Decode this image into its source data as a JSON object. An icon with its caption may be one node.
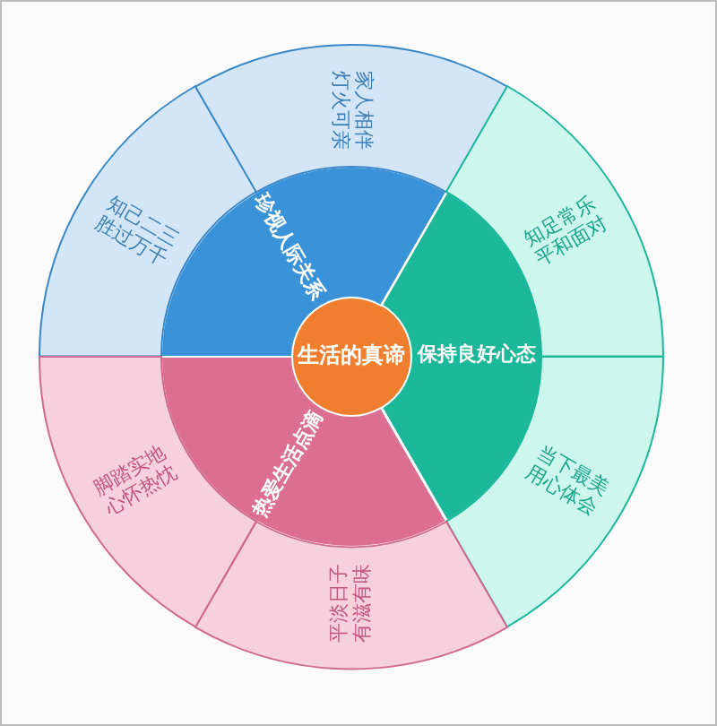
{
  "diagram": {
    "nodes": [
      {
        "text": [
          "生活的真谛"
        ]
      },
      {
        "text": [
          "珍视人际关系"
        ]
      },
      {
        "text": [
          "保持良好心态"
        ]
      },
      {
        "text": [
          "热爱生活点滴"
        ]
      },
      {
        "text": [
          "知己二三胜过万千"
        ]
      },
      {
        "text": [
          "家人相伴灯火可亲"
        ]
      },
      {
        "text": [
          "知足常乐平和面对"
        ]
      },
      {
        "text": [
          "当下最美用心体会"
        ]
      },
      {
        "text": [
          "平淡日子有滋有味"
        ]
      },
      {
        "text": [
          "脚踏实地心怀热忱"
        ]
      }
    ]
  }
}
